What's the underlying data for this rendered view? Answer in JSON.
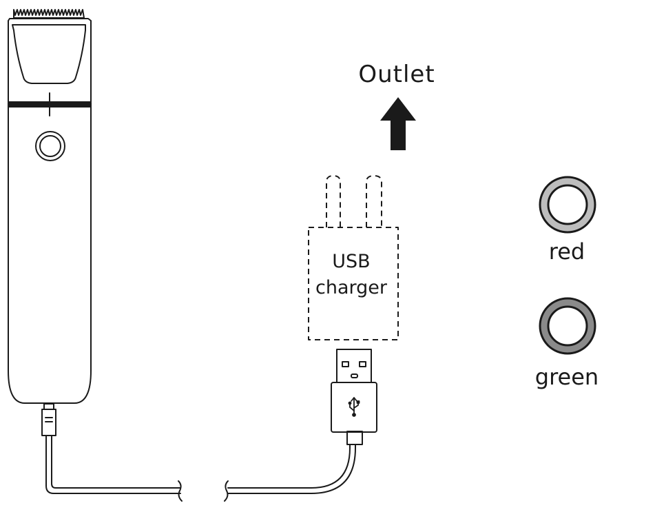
{
  "labels": {
    "outlet": "Outlet",
    "charger_line1": "USB",
    "charger_line2": "charger",
    "red": "red",
    "green": "green"
  },
  "colors": {
    "line": "#1a1a1a",
    "indicator_red": "#bdbdbd",
    "indicator_green": "#8a8a8a"
  },
  "icons": {
    "usb_symbol": "usb-icon",
    "arrow": "up-arrow-icon"
  }
}
